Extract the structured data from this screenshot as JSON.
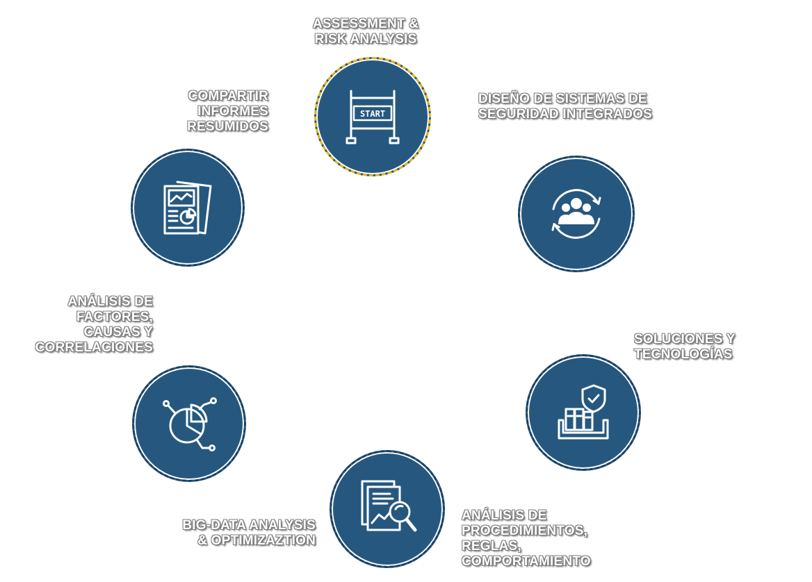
{
  "colors": {
    "node_fill": "#26587f",
    "node_border": "#1b3f5f",
    "start_border": "#e8b21a",
    "label_text": "#ffffff"
  },
  "steps": [
    {
      "label": "ASSESSMENT &\nRISK ANALYSIS",
      "icon": "start-gate-icon",
      "icon_text": "START"
    },
    {
      "label": "DISEÑO DE SISTEMAS DE\nSEGURIDAD INTEGRADOS",
      "icon": "team-cycle-icon"
    },
    {
      "label": "SOLUCIONES Y\nTECNOLOGÍAS",
      "icon": "secure-storage-icon"
    },
    {
      "label": "ANÁLISIS DE\nPROCEDIMIENTOS,\nREGLAS,\nCOMPORTAMIENTO",
      "icon": "document-search-icon"
    },
    {
      "label": "BIG-DATA ANALYSIS\n& OPTIMIZAZTION",
      "icon": "pie-analytics-icon"
    },
    {
      "label": "ANÁLISIS DE\nFACTORES,\nCAUSAS Y\nCORRELACIONES",
      "icon": "report-chart-icon"
    },
    {
      "label": "COMPARTIR\nINFORMES\nRESUMIDOS",
      "icon": "report-chart-icon"
    }
  ]
}
